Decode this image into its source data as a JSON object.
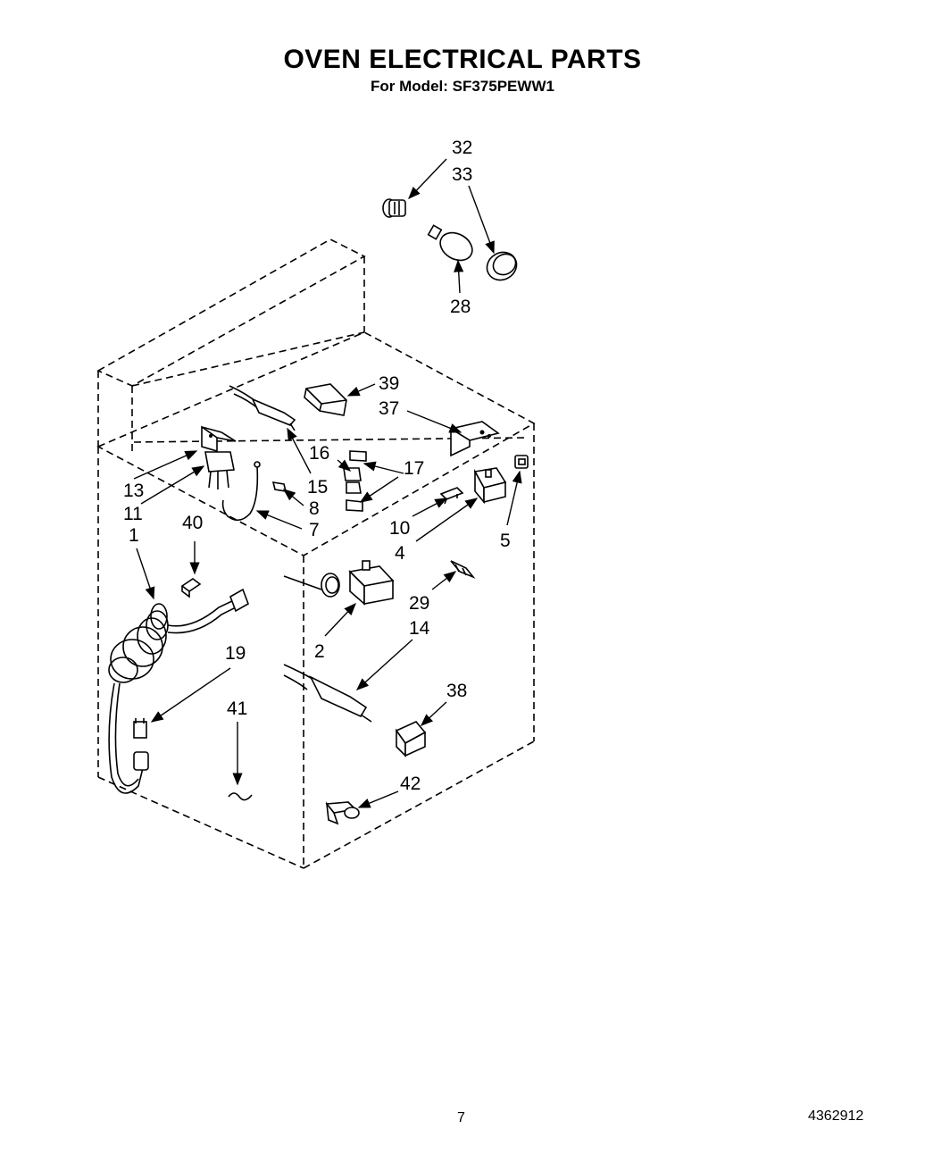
{
  "header": {
    "title": "OVEN ELECTRICAL PARTS",
    "subtitle": "For Model: SF375PEWW1"
  },
  "callouts": {
    "c32": "32",
    "c33": "33",
    "c28": "28",
    "c39": "39",
    "c37": "37",
    "c16": "16",
    "c17": "17",
    "c13": "13",
    "c15": "15",
    "c11": "11",
    "c8": "8",
    "c40": "40",
    "c7": "7",
    "c10": "10",
    "c5": "5",
    "c1": "1",
    "c4": "4",
    "c29": "29",
    "c2": "2",
    "c14": "14",
    "c19": "19",
    "c38": "38",
    "c41": "41",
    "c42": "42"
  },
  "footer": {
    "page_number": "7",
    "document_number": "4362912"
  }
}
